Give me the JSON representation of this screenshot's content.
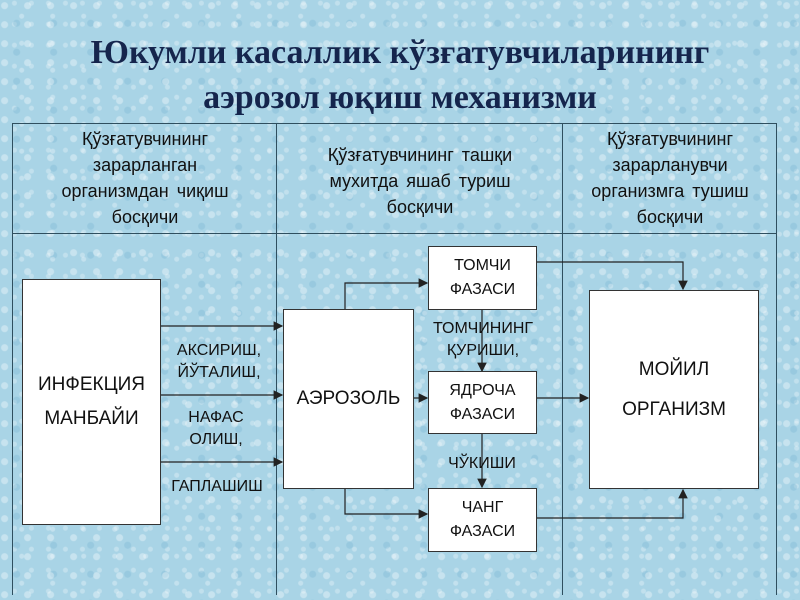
{
  "title": {
    "line1": "Юкумли касаллик кўзғатувчиларининг",
    "line2": "аэрозол юқиш механизми"
  },
  "columns": [
    {
      "lines": [
        "Қўзғатувчининг",
        "зарарланган",
        "организмдан чиқиш",
        "босқичи"
      ]
    },
    {
      "lines": [
        "Қўзғатувчининг ташқи",
        "мухитда яшаб туриш",
        "босқичи"
      ]
    },
    {
      "lines": [
        "Қўзғатувчининг",
        "зарарланувчи",
        "организмга тушиш",
        "босқичи"
      ]
    }
  ],
  "boxes": {
    "source": [
      "ИНФЕКЦИЯ",
      "МАНБАЙИ"
    ],
    "aerosol": [
      "АЭРОЗОЛЬ"
    ],
    "droplet": [
      "ТОМЧИ",
      "ФАЗАСИ"
    ],
    "nucleus": [
      "ЯДРОЧА",
      "ФАЗАСИ"
    ],
    "dust": [
      "ЧАНГ",
      "ФАЗАСИ"
    ],
    "host": [
      "МОЙИЛ",
      "ОРГАНИЗМ"
    ]
  },
  "labels": {
    "sneeze": [
      "АКСИРИШ,",
      "ЙЎТАЛИШ,"
    ],
    "breath": [
      "НАФАС",
      "ОЛИШ,"
    ],
    "talk": [
      "ГАПЛАШИШ"
    ],
    "drying": [
      "ТОМЧИНИНГ",
      "ҚУРИШИ,"
    ],
    "settling": [
      "ЧЎКИШИ"
    ]
  }
}
